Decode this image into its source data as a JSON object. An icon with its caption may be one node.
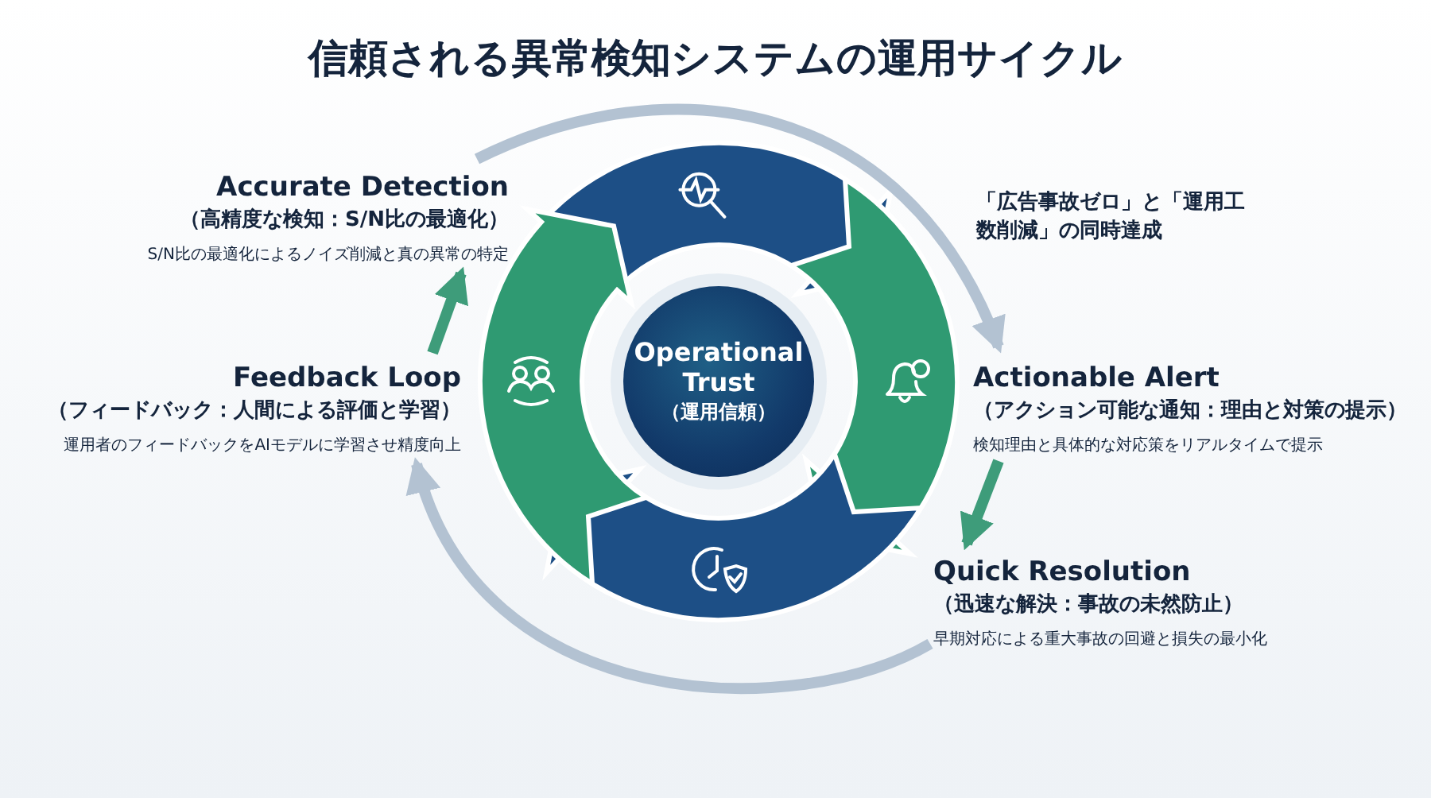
{
  "diagram": {
    "title": "信頼される異常検知システムの運用サイクル",
    "nodes": [
      {
        "text": [
          "Operational Trust",
          "（運用信頼）"
        ]
      },
      {
        "text": [
          "Accurate Detection",
          "（高精度な検知：S/N比の最適化）",
          "S/N比の最適化によるノイズ削減と真の異常の特定"
        ]
      },
      {
        "text": [
          "Actionable Alert",
          "（アクション可能な通知：理由と対策の提示）",
          "検知理由と具体的な対応策をリアルタイムで提示"
        ]
      },
      {
        "text": [
          "Quick Resolution",
          "（迅速な解決：事故の未然防止）",
          "早期対応による重大事故の回避と損失の最小化"
        ]
      },
      {
        "text": [
          "Feedback Loop",
          "（フィードバック：人間による評価と学習）",
          "運用者のフィードバックをAIモデルに学習させ精度向上"
        ]
      }
    ],
    "edges": [
      {
        "from": 1,
        "to": 2,
        "arrow": "to"
      },
      {
        "from": 2,
        "to": 3,
        "arrow": "to",
        "color": "#3e9c7a"
      },
      {
        "from": 3,
        "to": 4,
        "arrow": "to"
      },
      {
        "from": 4,
        "to": 1,
        "arrow": "to",
        "color": "#3e9c7a"
      }
    ],
    "labels": [
      "「広告事故ゼロ」と「運用工数削減」の同時達成"
    ]
  }
}
